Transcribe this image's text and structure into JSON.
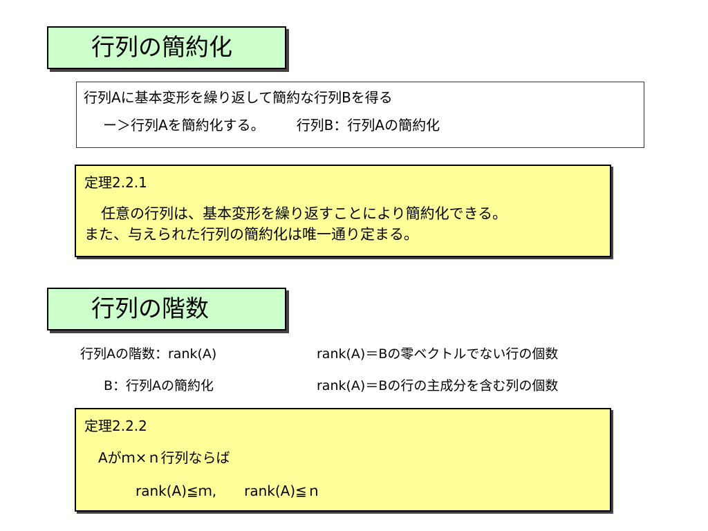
{
  "section1": {
    "title": "行列の簡約化"
  },
  "intro": {
    "line1": "行列Aに基本変形を繰り返して簡約な行列Bを得る",
    "line2a": "ー＞行列Aを簡約化する。",
    "line2b": "行列B：行列Aの簡約化"
  },
  "theorem1": {
    "label": "定理2.2.1",
    "line1": "任意の行列は、基本変形を繰り返すことにより簡約化できる。",
    "line2": "また、与えられた行列の簡約化は唯一通り定まる。"
  },
  "section2": {
    "title": "行列の階数"
  },
  "rank": {
    "left1": "行列Aの階数：rank(A)",
    "left2": "B：行列Aの簡約化",
    "right1": "rank(A)＝Bの零ベクトルでない行の個数",
    "right2": "rank(A)＝Bの行の主成分を含む列の個数"
  },
  "theorem2": {
    "label": "定理2.2.2",
    "line1": "Aがｍ×ｎ行列ならば",
    "ineq1": "rank(A)≦ｍ,",
    "ineq2": "rank(A)≦ｎ"
  }
}
